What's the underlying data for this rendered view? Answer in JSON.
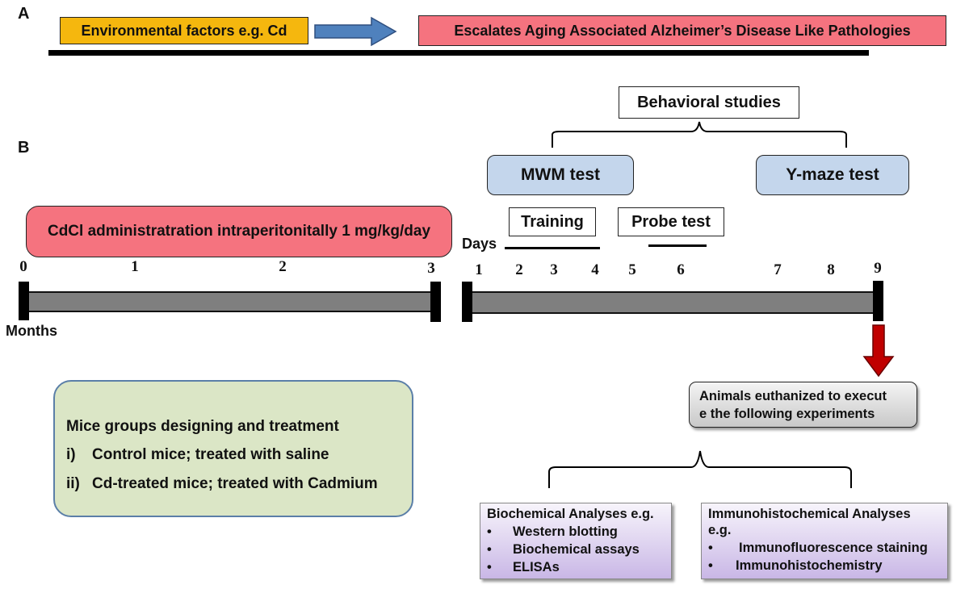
{
  "panel_a": {
    "label": "A",
    "env_box": "Environmental factors e.g. Cd",
    "effect_box": "Escalates Aging Associated Alzheimer’s Disease Like Pathologies"
  },
  "panel_b": {
    "label": "B",
    "behavioral_studies": "Behavioral studies",
    "mwm_test": "MWM test",
    "ymaze_test": "Y-maze test",
    "training": "Training",
    "probe_test": "Probe test",
    "cdcl_box": "CdCl administratration intraperitonitally 1 mg/kg/day",
    "days_label": "Days",
    "months_label": "Months",
    "month_ticks": [
      "0",
      "1",
      "2",
      "3"
    ],
    "day_ticks": [
      "1",
      "2",
      "3",
      "4",
      "5",
      "6",
      "7",
      "8",
      "9"
    ],
    "euthanized": [
      "Animals euthanized  to execut",
      "e the following  experiments"
    ],
    "groups": {
      "title": "Mice groups designing and  treatment",
      "item1_num": "i)",
      "item1": "Control mice; treated with saline",
      "item2_num": "ii)",
      "item2": "Cd-treated mice; treated with Cadmium"
    },
    "biochemical": {
      "title": "Biochemical Analyses e.g.",
      "items": [
        "Western blotting",
        "Biochemical assays",
        "ELISAs"
      ]
    },
    "immuno": {
      "title_line1": "Immunohistochemical Analyses",
      "title_line2": "e.g.",
      "items": [
        "Immunofluorescence staining",
        "Immunohistochemistry"
      ]
    },
    "bullet": "•",
    "colors": {
      "env_box": "#f5b70e",
      "effect_box": "#f5737f",
      "arrow_blue": "#4f81bd",
      "test_box": "#c4d6ec",
      "bar_gray": "#7f7f7f",
      "down_arrow": "#c00000",
      "groups_box": "#dbe6c6"
    }
  }
}
